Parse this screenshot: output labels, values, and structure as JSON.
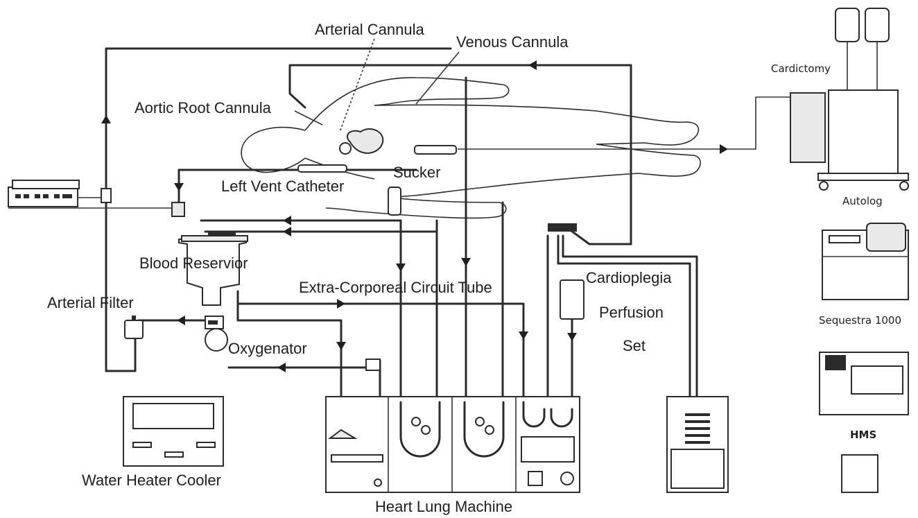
{
  "labels": {
    "arterial_cannula": "Arterial Cannula",
    "venous_cannula": "Venous Cannula",
    "aortic_root_cannula": "Aortic Root Cannula",
    "sucker": "Sucker",
    "left_vent_catheter": "Left Vent Catheter",
    "blood_reservior": "Blood Reservior",
    "extra_corporeal_circuit_tube": "Extra-Corporeal Circuit Tube",
    "cardioplegia_line1": "Cardioplegia",
    "cardioplegia_line2": "Perfusion",
    "cardioplegia_line3": "Set",
    "arterial_filter": "Arterial Filter",
    "oxygenator": "Oxygenator",
    "water_heater_cooler": "Water Heater Cooler",
    "heart_lung_machine": "Heart Lung Machine",
    "cardictomy": "Cardictomy",
    "autolog": "Autolog",
    "sequestra_1000": "Sequestra 1000",
    "hms": "HMS"
  }
}
